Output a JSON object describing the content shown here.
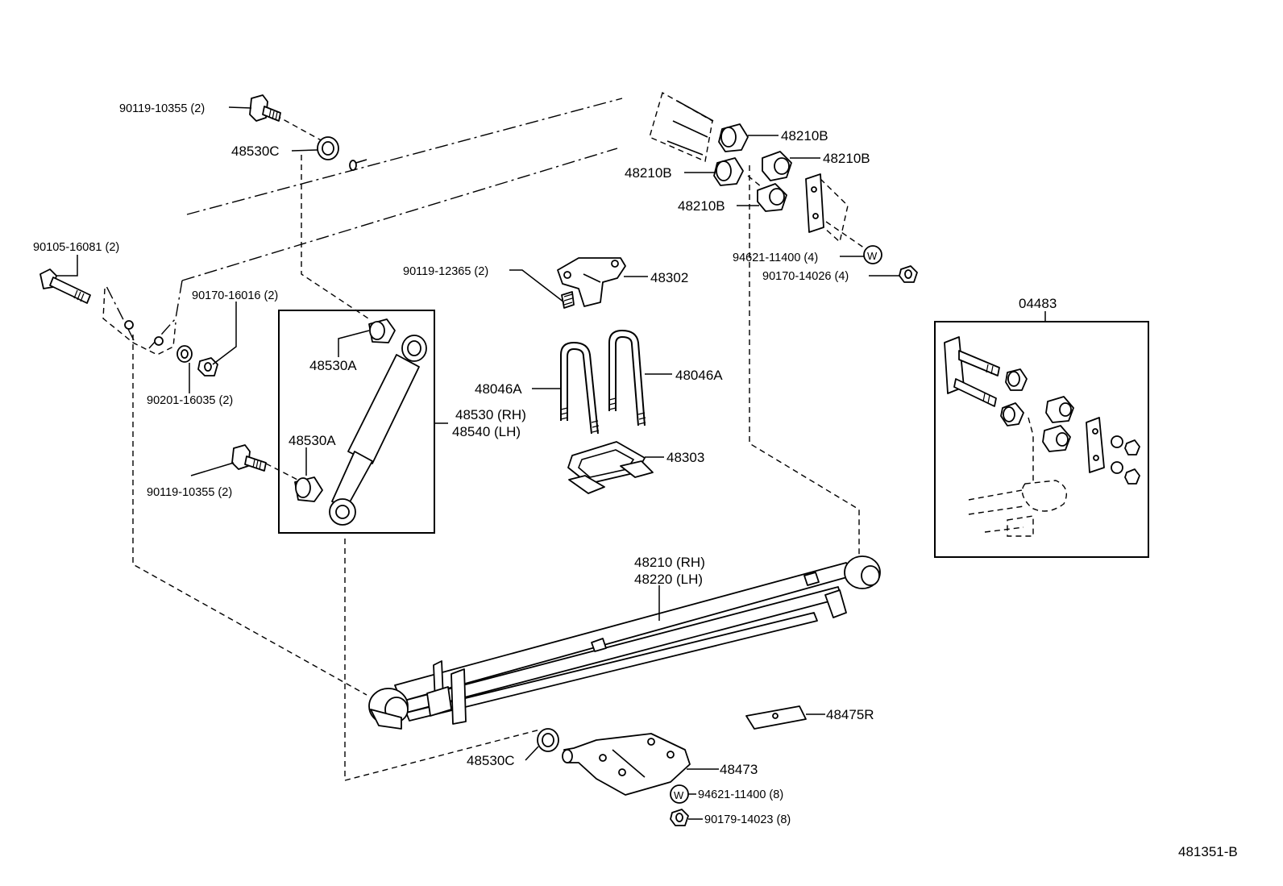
{
  "labels": {
    "bolt_shock_top": "90119-10355 (2)",
    "bushing_c_top": "48530C",
    "bolt_front": "90105-16081 (2)",
    "nut_front": "90170-16016 (2)",
    "washer_front": "90201-16035 (2)",
    "bushing_a_upper": "48530A",
    "bushing_a_lower": "48530A",
    "bolt_shock_bottom": "90119-10355 (2)",
    "shock_rh": "48530 (RH)",
    "shock_lh": "48540 (LH)",
    "bolt_bumper": "90119-12365 (2)",
    "bumper": "48302",
    "ubolt_left": "48046A",
    "ubolt_right": "48046A",
    "spring_seat": "48303",
    "bush_b_1": "48210B",
    "bush_b_2": "48210B",
    "bush_b_3": "48210B",
    "bush_b_4": "48210B",
    "washer_shackle": "94621-11400 (4)",
    "nut_shackle": "90170-14026 (4)",
    "kit": "04483",
    "spring_rh": "48210 (RH)",
    "spring_lh": "48220 (LH)",
    "pad": "48475R",
    "bushing_c_bottom": "48530C",
    "spring_plate": "48473",
    "washer_plate": "94621-11400 (8)",
    "nut_plate": "90179-14023 (8)",
    "ref_number": "481351-B"
  }
}
